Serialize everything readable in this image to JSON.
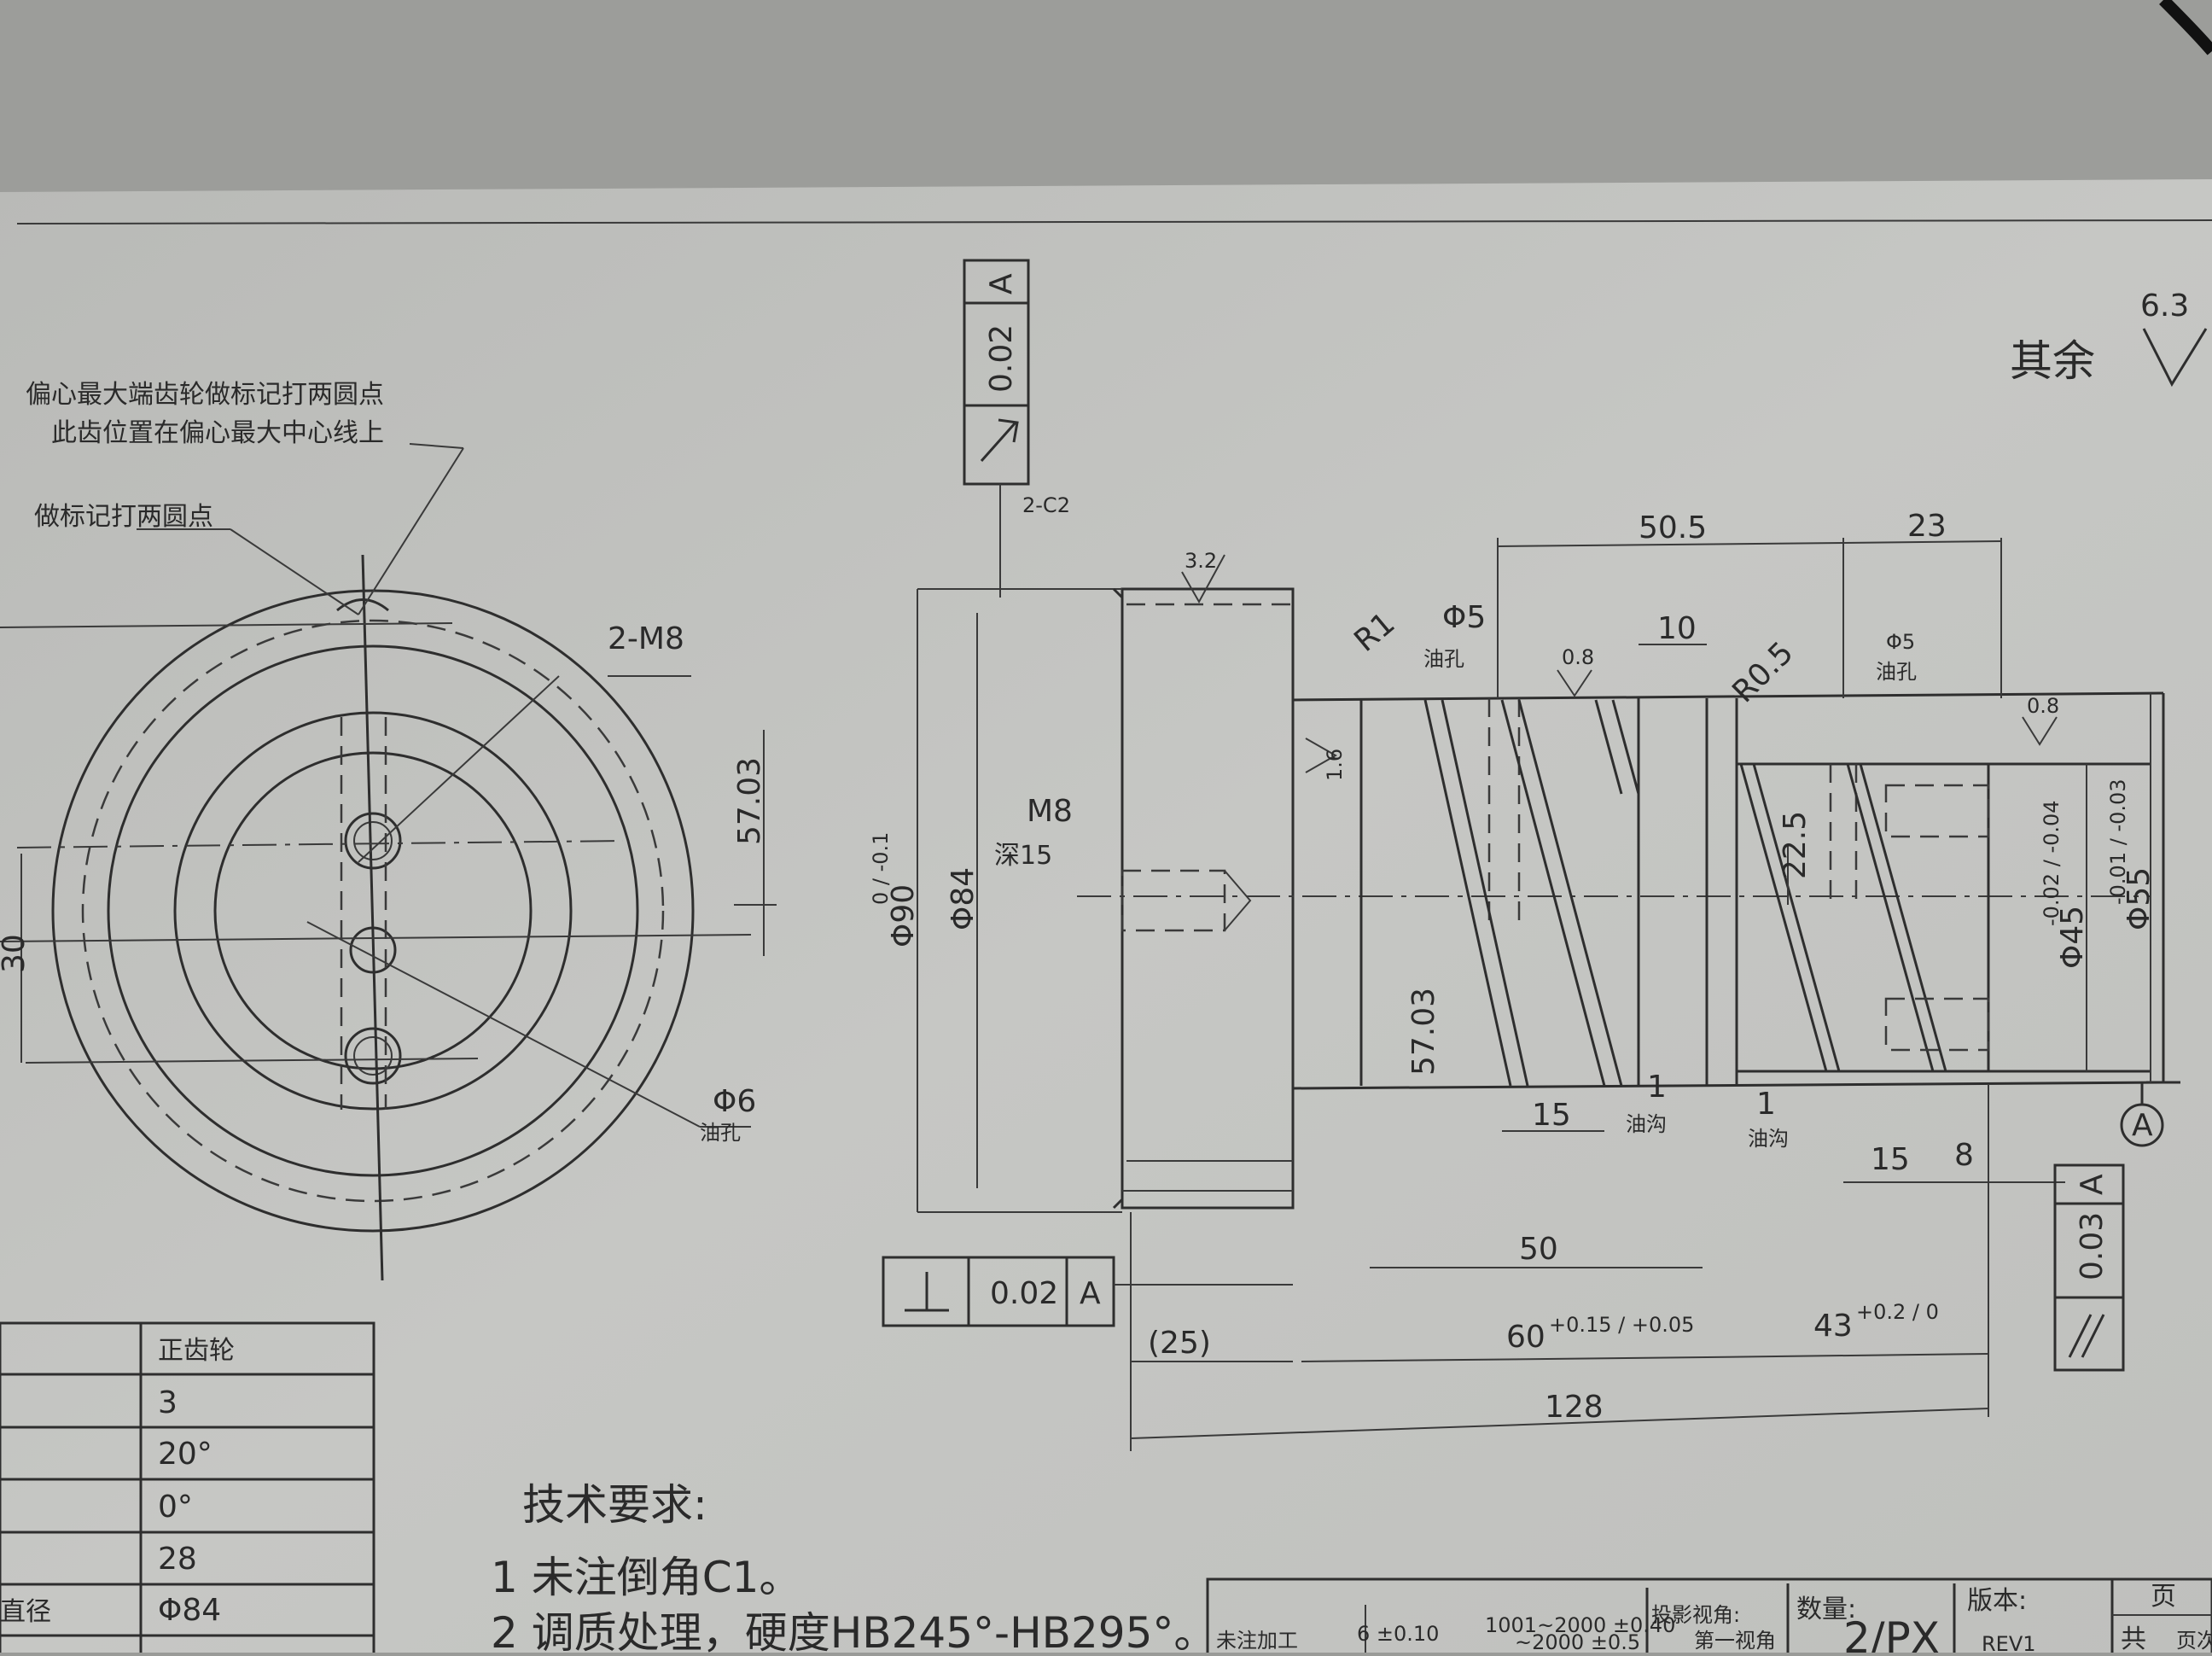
{
  "notes": {
    "note_top_line1": "偏心最大端齿轮做标记打两圆点",
    "note_top_line2": "此齿位置在偏心最大中心线上",
    "note_mark": "做标记打两圆点",
    "thread_2m8": "2-M8",
    "oil_hole_dia": "Φ6",
    "oil_hole_label": "油孔",
    "dim_57_03_a": "57.03",
    "dim_30": "30"
  },
  "roughness": {
    "general_value": "6.3",
    "general_label": "其余",
    "r32": "3.2",
    "r16": "1.6",
    "r08a": "0.8",
    "r08b": "0.8"
  },
  "tolerance_frames": {
    "runout_value": "0.02",
    "runout_datum": "A",
    "perp_value": "0.02",
    "perp_datum": "A",
    "parallel_value": "0.03",
    "parallel_datum": "A",
    "datum_label": "A"
  },
  "dimensions": {
    "c2": "2-C2",
    "m8": "M8",
    "depth15": "深15",
    "d90": "Φ90",
    "d90_tol": "0 / -0.1",
    "d84": "Φ84",
    "r1": "R1",
    "r05": "R0.5",
    "d5a": "Φ5",
    "oil_a": "油孔",
    "d5b": "Φ5",
    "oil_b": "油孔",
    "d50_5": "50.5",
    "d23": "23",
    "d10": "10",
    "d22_5": "22.5",
    "d57_03_b": "57.03",
    "d15a": "15",
    "d1a": "1",
    "groove_a": "油沟",
    "d1b": "1",
    "groove_b": "油沟",
    "d15b": "15",
    "d8": "8",
    "d45": "Φ45",
    "d45_tol": "-0.02 / -0.04",
    "d55": "Φ55",
    "d55_tol": "-0.01 / -0.03",
    "d50": "50",
    "d25": "(25)",
    "d60": "60",
    "d60_tol": "+0.15 / +0.05",
    "d43": "43",
    "d43_tol": "+0.2 / 0",
    "d128": "128"
  },
  "gear_table": {
    "header": "正齿轮",
    "rows": [
      "3",
      "20°",
      "0°",
      "28",
      "Φ84"
    ],
    "left_fragments": [
      "直径"
    ]
  },
  "tech": {
    "title": "技术要求:",
    "item1": "1 未注倒角C1。",
    "item2": "2 调质处理，硬度HB245°-HB295°。"
  },
  "title_block": {
    "unmarked": "未注加工",
    "tol1": "6 ±0.10",
    "tol2": "1001~2000 ±0.40",
    "tol3": "~2000 ±0.5",
    "projection_label": "投影视角:",
    "projection_value": "第一视角",
    "qty_label": "数量:",
    "qty_value": "2/PX",
    "version_label": "版本:",
    "version_value": "REV1",
    "page_label": "页",
    "total_label": "共",
    "page2": "页次"
  }
}
